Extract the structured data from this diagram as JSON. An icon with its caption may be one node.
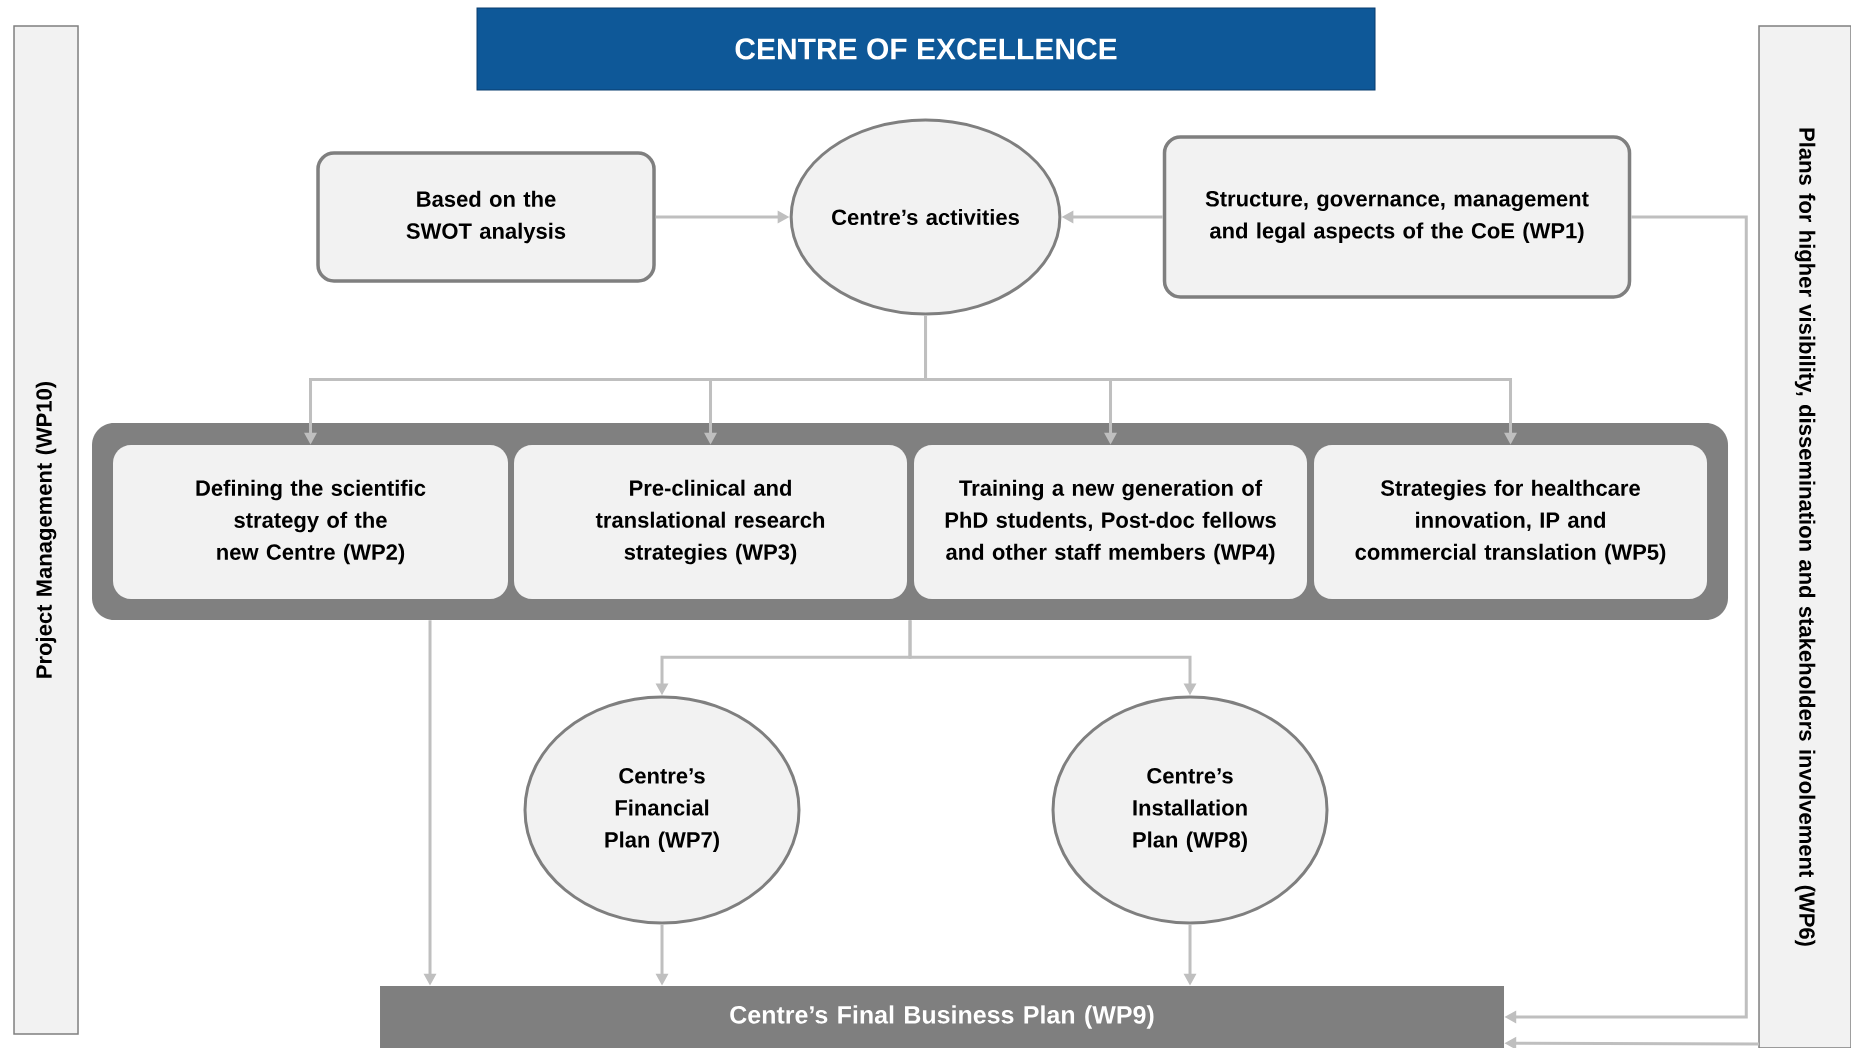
{
  "diagram": {
    "title": "CENTRE OF EXCELLENCE",
    "nodes": [
      {
        "text": [
          "Project Management (WP10)"
        ]
      },
      {
        "text": [
          "Based on the SWOT analysis"
        ]
      },
      {
        "text": [
          "Centre’s activities"
        ]
      },
      {
        "text": [
          "Structure, governance, management and legal aspects of the CoE (WP1)"
        ]
      },
      {
        "text": [
          "Plans for higher visibility, dissemination and stakeholders involvement (WP6)"
        ]
      },
      {
        "text": [],
        "shape": "box"
      },
      {
        "text": [
          "Defining the scientific strategy of the new Centre (WP2)"
        ],
        "in": 5
      },
      {
        "text": [
          "Pre-clinical and translational research strategies (WP3)"
        ],
        "in": 5
      },
      {
        "text": [
          "Training a new generation of PhD students, Post-doc fellows and other staff members (WP4)"
        ],
        "in": 5
      },
      {
        "text": [
          "Strategies for healthcare innovation, IP and commercial translation (WP5)"
        ],
        "in": 5
      },
      {
        "text": [
          "Centre’s Financial Plan (WP7)"
        ]
      },
      {
        "text": [
          "Centre’s Installation Plan (WP8)"
        ]
      },
      {
        "text": [
          "Centre’s Final Business Plan (WP9)"
        ]
      }
    ],
    "edges": [
      {
        "from": 1,
        "to": 2,
        "arrow": "to"
      },
      {
        "from": 3,
        "to": 2,
        "arrow": "to"
      },
      {
        "from": 2,
        "to": 6,
        "arrow": "to"
      },
      {
        "from": 2,
        "to": 7,
        "arrow": "to"
      },
      {
        "from": 2,
        "to": 8,
        "arrow": "to"
      },
      {
        "from": 2,
        "to": 9,
        "arrow": "to"
      },
      {
        "from": 5,
        "to": 10,
        "arrow": "to"
      },
      {
        "from": 5,
        "to": 11,
        "arrow": "to"
      },
      {
        "from": 5,
        "to": 12,
        "arrow": "to"
      },
      {
        "from": 10,
        "to": 12,
        "arrow": "to"
      },
      {
        "from": 11,
        "to": 12,
        "arrow": "to"
      },
      {
        "from": 3,
        "to": 12,
        "arrow": "to"
      },
      {
        "from": 4,
        "to": 12,
        "arrow": "to"
      }
    ]
  }
}
